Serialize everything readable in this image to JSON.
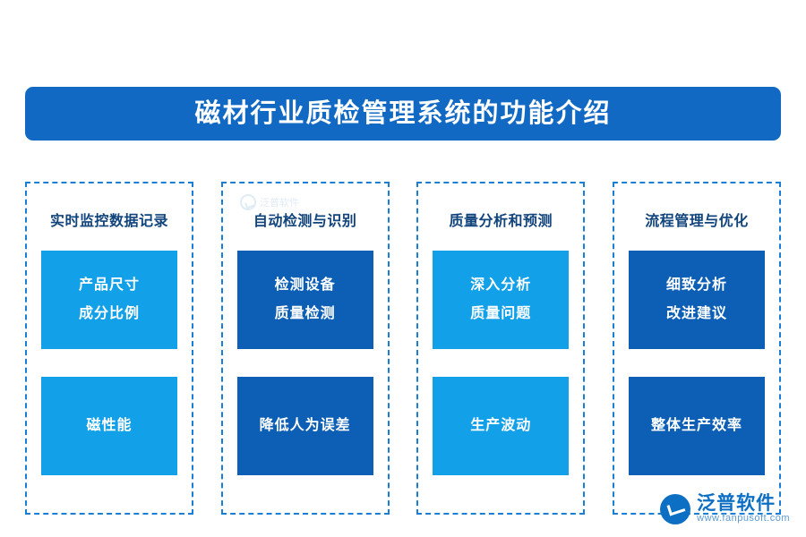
{
  "title": "磁材行业质检管理系统的功能介绍",
  "columns": [
    {
      "header": "实时监控数据记录",
      "cards": [
        {
          "style": "light",
          "lines": [
            "产品尺寸",
            "成分比例"
          ]
        },
        {
          "style": "light",
          "lines": [
            "磁性能"
          ]
        }
      ]
    },
    {
      "header": "自动检测与识别",
      "cards": [
        {
          "style": "dark",
          "lines": [
            "检测设备",
            "质量检测"
          ]
        },
        {
          "style": "dark",
          "lines": [
            "降低人为误差"
          ]
        }
      ]
    },
    {
      "header": "质量分析和预测",
      "cards": [
        {
          "style": "light",
          "lines": [
            "深入分析",
            "质量问题"
          ]
        },
        {
          "style": "light",
          "lines": [
            "生产波动"
          ]
        }
      ]
    },
    {
      "header": "流程管理与优化",
      "cards": [
        {
          "style": "dark",
          "lines": [
            "细致分析",
            "改进建议"
          ]
        },
        {
          "style": "dark",
          "lines": [
            "整体生产效率"
          ]
        }
      ]
    }
  ],
  "watermark": {
    "center_text": "泛普软件"
  },
  "logo": {
    "name": "泛普软件",
    "url": "www.fanpusoft.com"
  },
  "colors": {
    "banner": "#1269c4",
    "card_light": "#12a0e8",
    "card_dark": "#0d5fb5",
    "dashed_border": "#1a7fd4",
    "header_text": "#12447c"
  }
}
